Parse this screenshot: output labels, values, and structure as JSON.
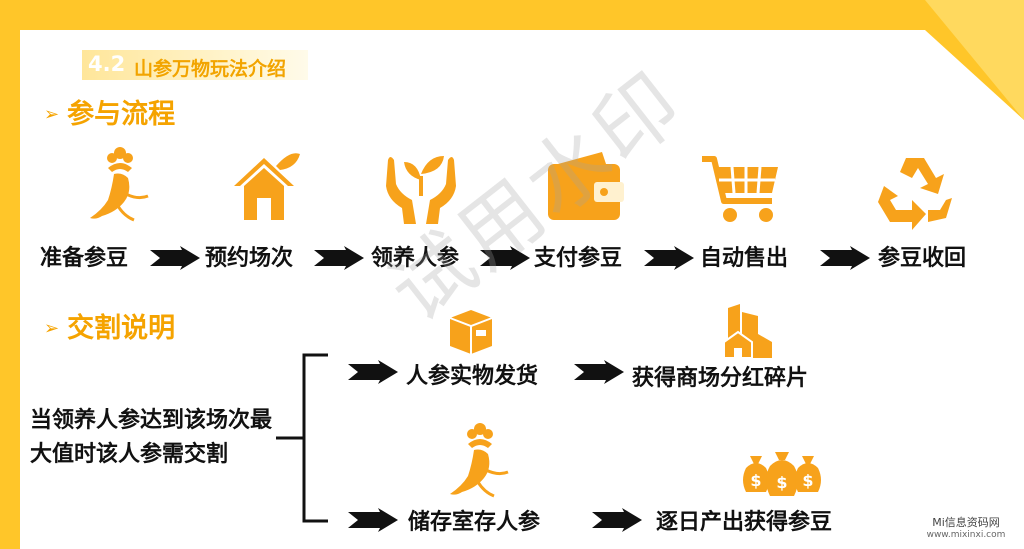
{
  "section_tag": {
    "number": "4.2",
    "title": "山参万物玩法介绍"
  },
  "participation": {
    "heading": "参与流程",
    "steps": [
      {
        "label": "准备参豆",
        "icon": "ginseng-icon"
      },
      {
        "label": "预约场次",
        "icon": "house-icon"
      },
      {
        "label": "领养人参",
        "icon": "hands-sprout-icon"
      },
      {
        "label": "支付参豆",
        "icon": "wallet-icon"
      },
      {
        "label": "自动售出",
        "icon": "shopping-cart-icon"
      },
      {
        "label": "参豆收回",
        "icon": "recycle-icon"
      }
    ]
  },
  "delivery": {
    "heading": "交割说明",
    "description": "当领养人参达到该场次最大值时该人参需交割",
    "branch_top": {
      "first": "人参实物发货",
      "second": "获得商场分红碎片",
      "icons": [
        "box-icon",
        "buildings-icon"
      ]
    },
    "branch_bottom": {
      "first": "储存室存人参",
      "second": "逐日产出获得参豆",
      "icons": [
        "ginseng-icon",
        "money-bags-icon"
      ]
    }
  },
  "watermark": "试用水印",
  "brand": {
    "name": "Mi信息资码网",
    "url": "www.mixinxi.com"
  },
  "colors": {
    "frame_yellow": "#ffc629",
    "accent_orange": "#f5a300",
    "icon_orange": "#f7a21b",
    "arrow_black": "#111111"
  }
}
